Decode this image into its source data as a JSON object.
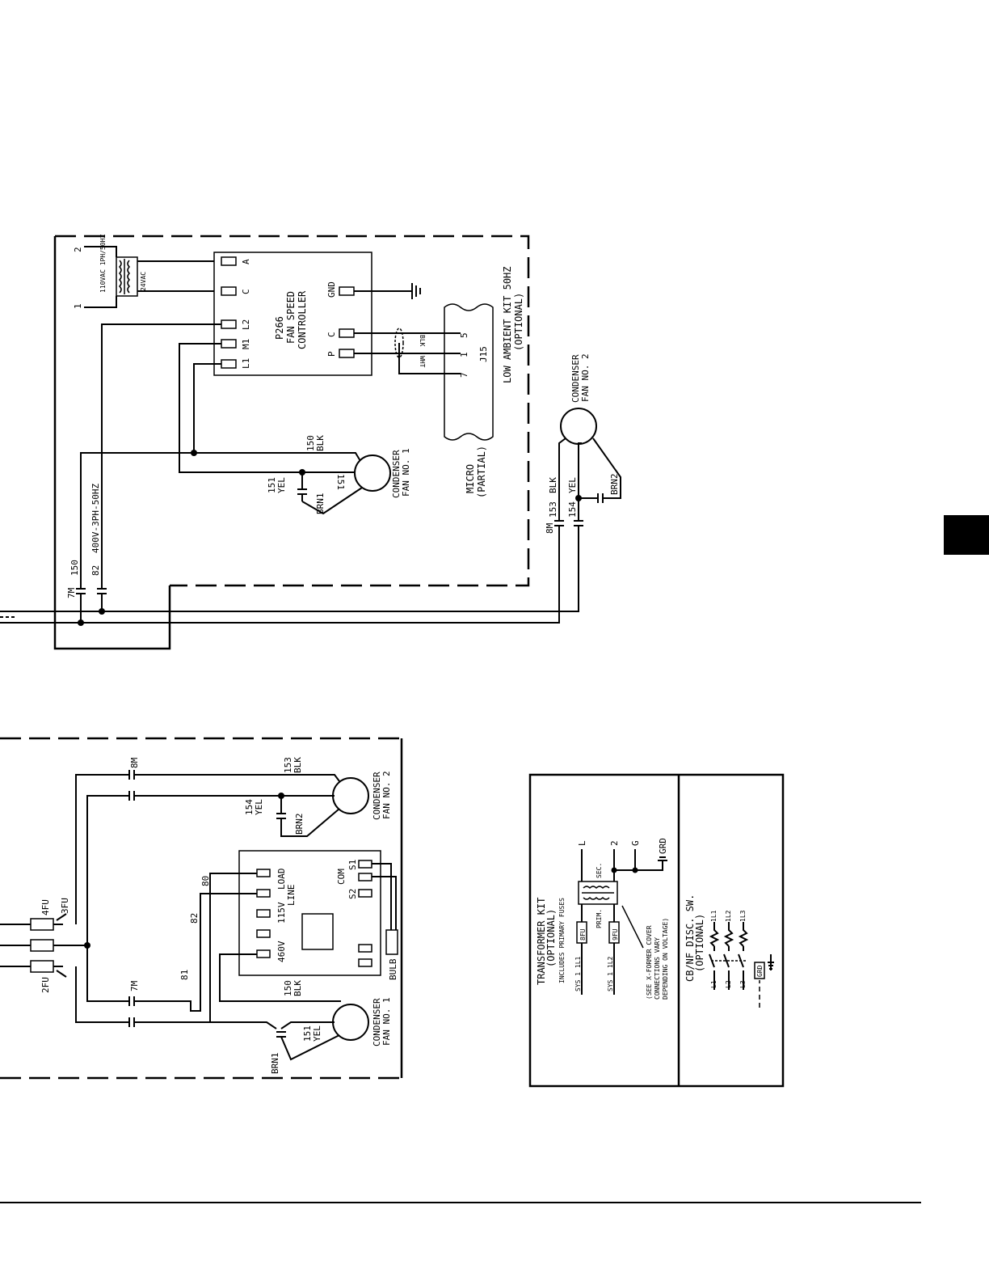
{
  "top_diagram": {
    "kit_title": "LOW AMBIENT KIT 50HZ",
    "kit_subtitle": "(OPTIONAL)",
    "transformer_primary": "110VAC 1PH/50HZ",
    "transformer_secondary": "24VAC",
    "wire_1": "1",
    "wire_2": "2",
    "controller_name": "P266",
    "controller_line2": "FAN SPEED",
    "controller_line3": "CONTROLLER",
    "terminals": {
      "a": "A",
      "c": "C",
      "l2": "L2",
      "m1": "M1",
      "l1": "L1",
      "gnd": "GND",
      "p": "P",
      "c2": "C"
    },
    "micro_label": "MICRO",
    "micro_sub": "(PARTIAL)",
    "plug": "J15",
    "pins": {
      "p5": "5",
      "p1": "1",
      "p7": "7"
    },
    "wire_blk": "BLK",
    "wire_wht": "WHT",
    "fan1_line1": "CONDENSER",
    "fan1_line2": "FAN NO. 1",
    "fan2_line1": "CONDENSER",
    "fan2_line2": "FAN NO. 2",
    "w150": "150",
    "w150_color": "BLK",
    "w151": "151",
    "w151_color": "YEL",
    "w151_b": "151",
    "brn1": "BRN1",
    "brn2": "BRN2",
    "contactor_7m": "7M",
    "w150_b": "150",
    "w82": "82",
    "supply": "400V-3PH-50HZ",
    "contactor_8m": "8M",
    "w153": "153",
    "w153_color": "BLK",
    "w154": "154",
    "w154_color": "YEL"
  },
  "bottom_diagram": {
    "contactor_8m": "8M",
    "contactor_7m": "7M",
    "w153": "153",
    "w153_color": "BLK",
    "w154": "154",
    "w154_color": "YEL",
    "brn2": "BRN2",
    "brn1": "BRN1",
    "fan2_line1": "CONDENSER",
    "fan2_line2": "FAN NO. 2",
    "fan1_line1": "CONDENSER",
    "fan1_line2": "FAN NO. 1",
    "w150": "150",
    "w150_color": "BLK",
    "w151": "151",
    "w151_color": "YEL",
    "w80": "80",
    "w82": "82",
    "w81": "81",
    "fu4": "4FU",
    "fu3": "3FU",
    "fu2": "2FU",
    "load": "LOAD",
    "line": "LINE",
    "v115": "115V",
    "v460": "460V",
    "com": "COM",
    "s1": "S1",
    "s2": "S2",
    "bulb": "BULB"
  },
  "legend": {
    "transformer_title": "TRANSFORMER KIT",
    "transformer_optional": "(OPTIONAL)",
    "transformer_note": "INCLUDES PRIMARY FUSES",
    "sys1_il1": "SYS 1 1L1",
    "sys1_il2": "SYS 1 1L2",
    "fuse8": "8FU",
    "fuse9": "9FU",
    "prim": "PRIM.",
    "sec": "SEC.",
    "term_l": "L",
    "term_2": "2",
    "term_g": "G",
    "grd": "GRD",
    "note1": "(SEE X-FORMER COVER",
    "note2": "CONNECTIONS VARY",
    "note3": "DEPENDING ON VOLTAGE)",
    "disc_title": "CB/NF DISC. SW.",
    "disc_optional": "(OPTIONAL)",
    "l1": "L1",
    "l2": "L2",
    "l3": "L3",
    "il1": "1L1",
    "il2": "1L2",
    "il3": "1L3",
    "grd_box": "GRD"
  },
  "colors": {
    "ink": "#000000",
    "page": "#ffffff"
  }
}
